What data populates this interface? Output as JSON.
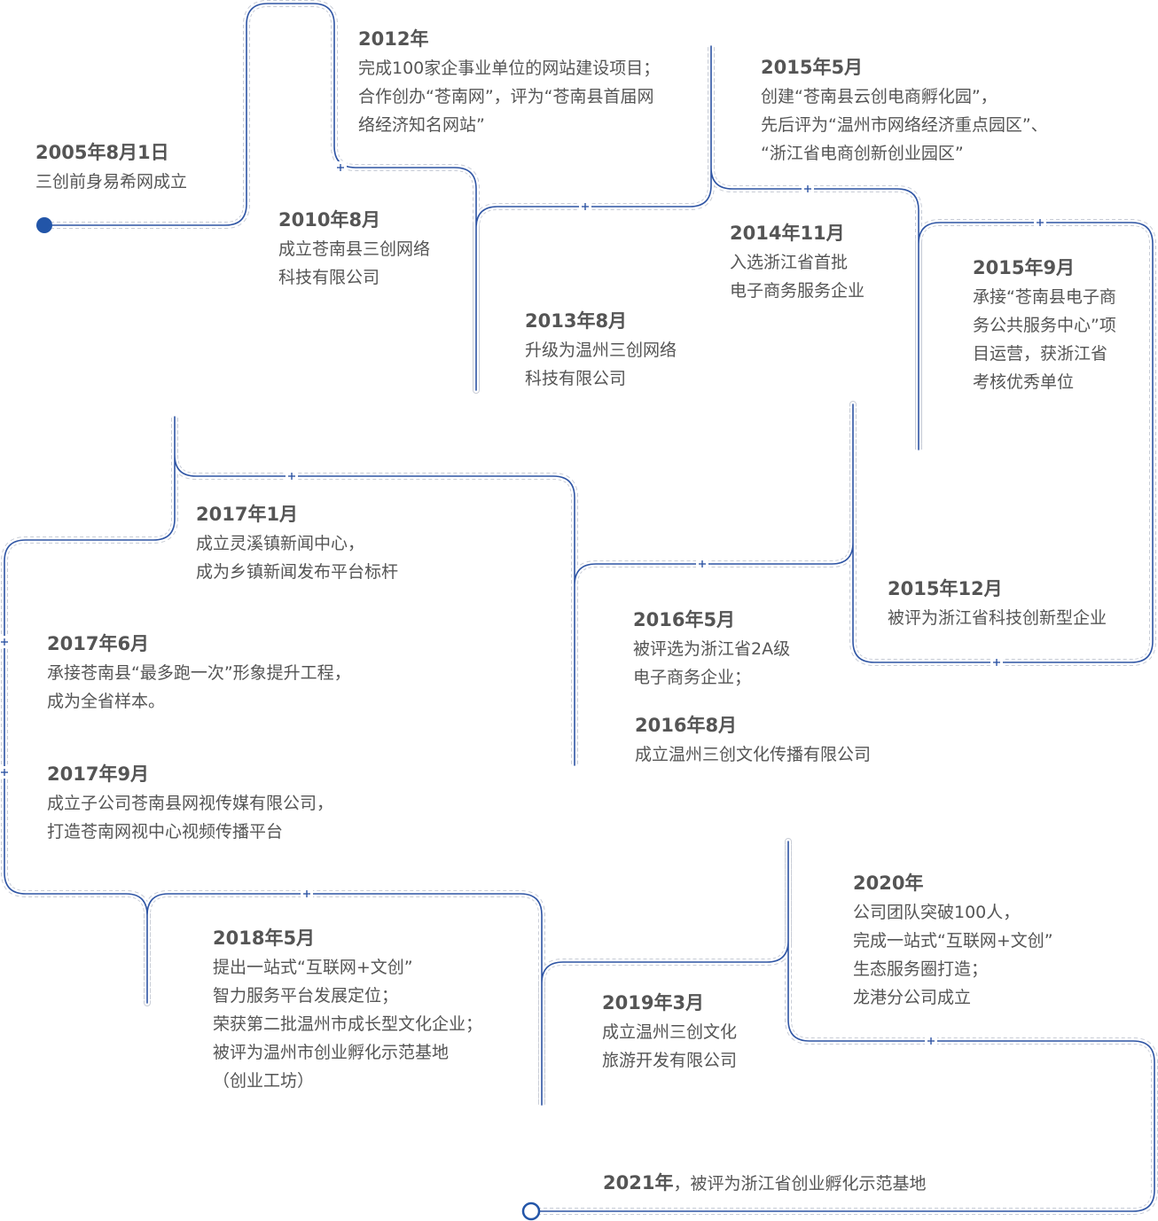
{
  "timeline": {
    "line_color": "#2f55a4",
    "dash_color": "#c9cdd6",
    "start_dot_color": "#2255a8",
    "end_dot_color": "#2255a8",
    "entries": [
      {
        "date": "2005年8月1日",
        "lines": [
          "三创前身易希网成立"
        ]
      },
      {
        "date": "2010年8月",
        "lines": [
          "成立苍南县三创网络",
          "科技有限公司"
        ]
      },
      {
        "date": "2012年",
        "lines": [
          "完成100家企事业单位的网站建设项目；",
          "合作创办“苍南网”，评为“苍南县首届网",
          "络经济知名网站”"
        ]
      },
      {
        "date": "2013年8月",
        "lines": [
          "升级为温州三创网络",
          "科技有限公司"
        ]
      },
      {
        "date": "2014年11月",
        "lines": [
          "入选浙江省首批",
          "电子商务服务企业"
        ]
      },
      {
        "date": "2015年5月",
        "lines": [
          "创建“苍南县云创电商孵化园”，",
          "先后评为“温州市网络经济重点园区”、",
          "“浙江省电商创新创业园区”"
        ]
      },
      {
        "date": "2015年9月",
        "lines": [
          "承接“苍南县电子商",
          "务公共服务中心”项",
          "目运营，获浙江省",
          "考核优秀单位"
        ]
      },
      {
        "date": "2015年12月",
        "lines": [
          "被评为浙江省科技创新型企业"
        ]
      },
      {
        "date": "2016年5月",
        "lines": [
          "被评选为浙江省2A级",
          "电子商务企业；"
        ]
      },
      {
        "date": "2016年8月",
        "lines": [
          "成立温州三创文化传播有限公司"
        ]
      },
      {
        "date": "2017年1月",
        "lines": [
          "成立灵溪镇新闻中心，",
          "成为乡镇新闻发布平台标杆"
        ]
      },
      {
        "date": "2017年6月",
        "lines": [
          "承接苍南县“最多跑一次”形象提升工程，",
          "成为全省样本。"
        ]
      },
      {
        "date": "2017年9月",
        "lines": [
          "成立子公司苍南县网视传媒有限公司，",
          "打造苍南网视中心视频传播平台"
        ]
      },
      {
        "date": "2018年5月",
        "lines": [
          "提出一站式“互联网+文创”",
          "智力服务平台发展定位；",
          "荣获第二批温州市成长型文化企业；",
          "被评为温州市创业孵化示范基地",
          "（创业工坊）"
        ]
      },
      {
        "date": "2019年3月",
        "lines": [
          "成立温州三创文化",
          "旅游开发有限公司"
        ]
      },
      {
        "date": "2020年",
        "lines": [
          "公司团队突破100人，",
          "完成一站式“互联网+文创”",
          "生态服务圈打造；",
          "龙港分公司成立"
        ]
      }
    ],
    "final": {
      "date": "2021年",
      "text": "，被评为浙江省创业孵化示范基地"
    }
  }
}
